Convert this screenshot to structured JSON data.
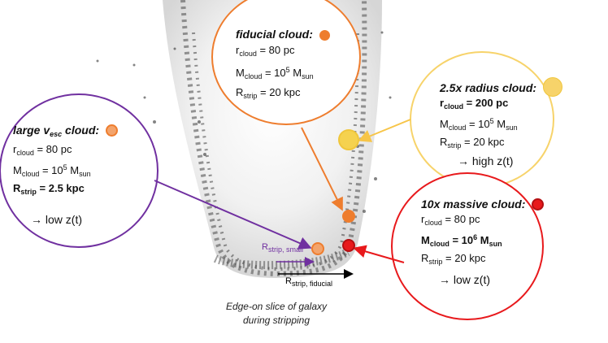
{
  "fiducial": {
    "title": "fiducial cloud:",
    "r_lhs": "r",
    "r_sub": "cloud",
    "r_rhs": " = 80 pc",
    "m_lhs": "M",
    "m_sub": "cloud",
    "m_mid": " = 10",
    "m_exp": "5",
    "m_unit": " M",
    "m_unit_sub": "sun",
    "s_lhs": "R",
    "s_sub": "strip",
    "s_rhs": " = 20 kpc",
    "color": "#ee7d2e"
  },
  "radius": {
    "title": "2.5x radius cloud:",
    "r_lhs": "r",
    "r_sub": "cloud",
    "r_rhs": " = 200 pc",
    "m_lhs": "M",
    "m_sub": "cloud",
    "m_mid": " = 10",
    "m_exp": "5",
    "m_unit": " M",
    "m_unit_sub": "sun",
    "s_lhs": "R",
    "s_sub": "strip",
    "s_rhs": " = 20 kpc",
    "result_arrow": "→",
    "result": " high z(t)",
    "color": "#f7d36a"
  },
  "vesc": {
    "title_a": "large v",
    "title_sub": "esc",
    "title_b": " cloud:",
    "r_lhs": "r",
    "r_sub": "cloud",
    "r_rhs": " = 80 pc",
    "m_lhs": "M",
    "m_sub": "cloud",
    "m_mid": " = 10",
    "m_exp": "5",
    "m_unit": " M",
    "m_unit_sub": "sun",
    "s_lhs": "R",
    "s_sub": "strip",
    "s_rhs": " = 2.5 kpc",
    "result_arrow": "→",
    "result": " low z(t)",
    "color": "#7030a0"
  },
  "massive": {
    "title": "10x massive cloud:",
    "r_lhs": "r",
    "r_sub": "cloud",
    "r_rhs": " = 80 pc",
    "m_lhs": "M",
    "m_sub": "cloud",
    "m_mid": " = 10",
    "m_exp": "6",
    "m_unit": " M",
    "m_unit_sub": "sun",
    "s_lhs": "R",
    "s_sub": "strip",
    "s_rhs": " = 20 kpc",
    "result_arrow": "→",
    "result": " low z(t)",
    "color": "#e8191c"
  },
  "labels": {
    "rstrip_small_main": "R",
    "rstrip_small_sub": "strip, small",
    "rstrip_fid_main": "R",
    "rstrip_fid_sub": "strip, fiducial"
  },
  "caption": {
    "line1": "Edge-on slice of galaxy",
    "line2": "during stripping"
  }
}
